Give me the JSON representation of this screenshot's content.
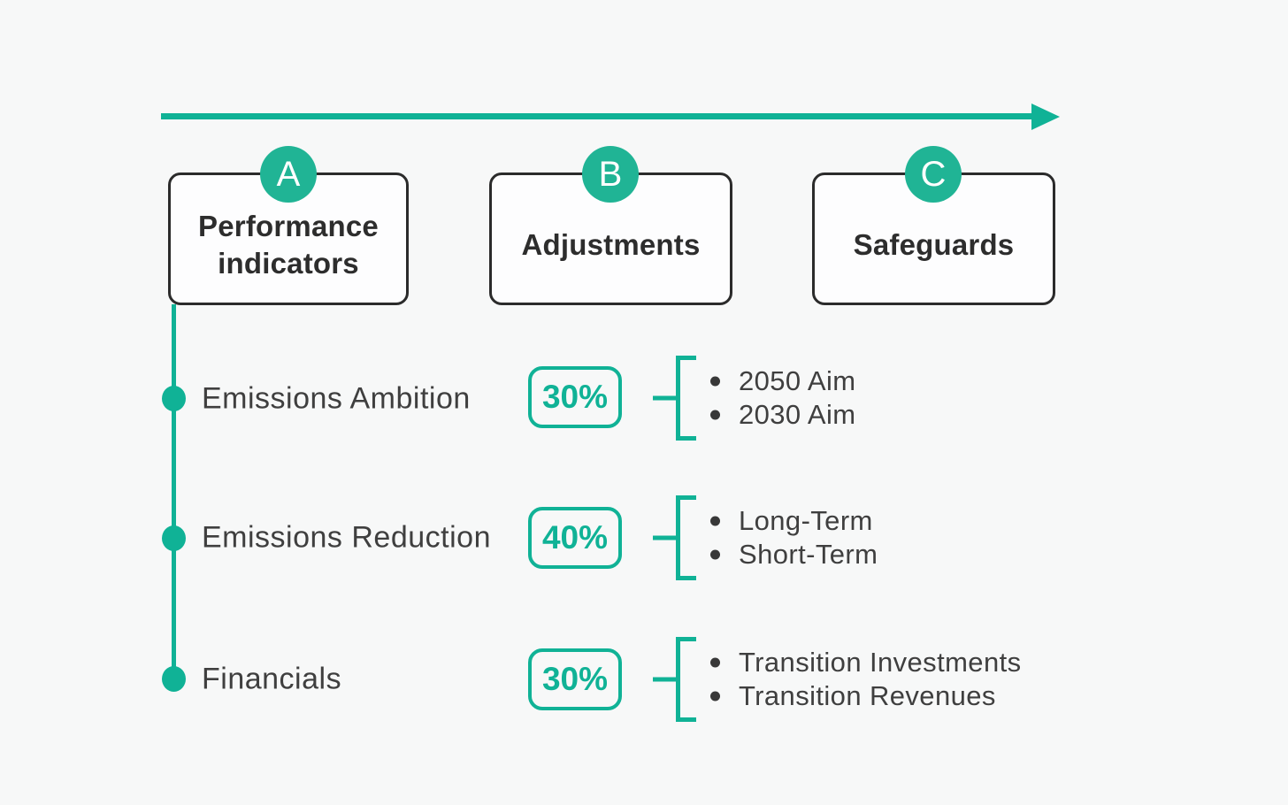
{
  "colors": {
    "accent": "#10B296",
    "badge": "#20B495",
    "border": "#2B2B2B",
    "heading": "#2D2D2D",
    "body": "#3F3F3F",
    "bullet": "#383838",
    "bg": "#F7F8F8",
    "fill": "#FDFDFE"
  },
  "header": {
    "columns": [
      {
        "badge": "A",
        "label": "Performance indicators"
      },
      {
        "badge": "B",
        "label": "Adjustments"
      },
      {
        "badge": "C",
        "label": "Safeguards"
      }
    ]
  },
  "rows": [
    {
      "label": "Emissions Ambition",
      "weight": "30%",
      "items": [
        "2050 Aim",
        "2030 Aim"
      ]
    },
    {
      "label": "Emissions Reduction",
      "weight": "40%",
      "items": [
        "Long-Term",
        "Short-Term"
      ]
    },
    {
      "label": "Financials",
      "weight": "30%",
      "items": [
        "Transition Investments",
        "Transition Revenues"
      ]
    }
  ]
}
